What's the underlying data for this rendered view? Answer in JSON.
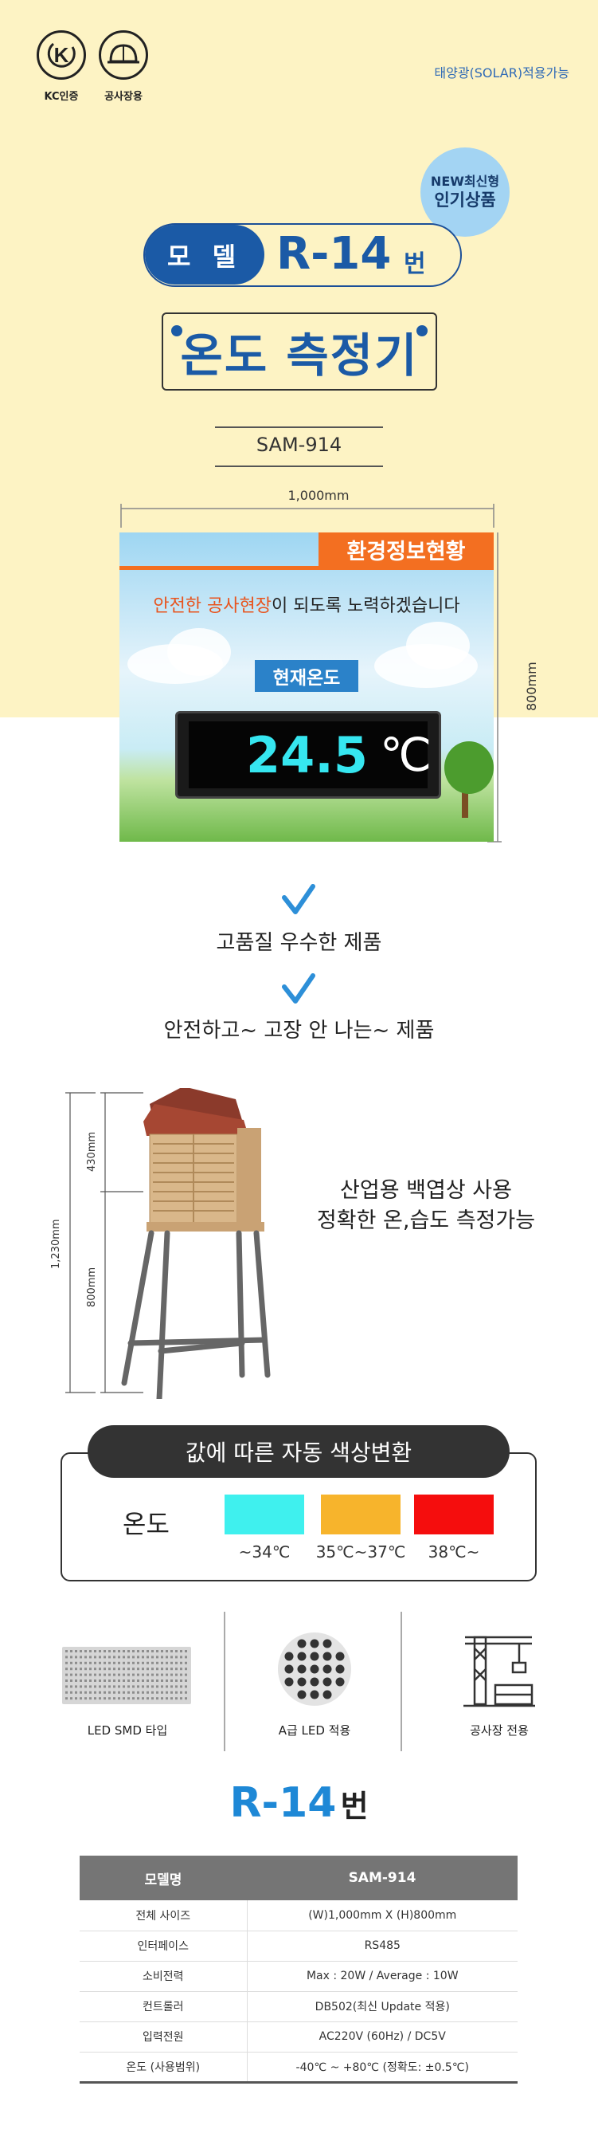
{
  "certs": [
    {
      "label": "KC인증",
      "icon": "kc-mark-icon"
    },
    {
      "label": "공사장용",
      "icon": "hardhat-icon"
    }
  ],
  "solar_note": "태양광(SOLAR)적용가능",
  "badge": {
    "line1": "NEW최신형",
    "line2": "인기상품"
  },
  "model_header": {
    "label": "모 델",
    "code": "R-14",
    "suffix": "번"
  },
  "product_title": "온도 측정기",
  "model_number": "SAM-914",
  "dimensions": {
    "width": "1,000mm",
    "height": "800mm"
  },
  "sign": {
    "header": "환경정보현황",
    "subtitle_highlight": "안전한 공사현장",
    "subtitle_rest": "이 되도록 노력하겠습니다",
    "current_label": "현재온도",
    "temperature": "24.5",
    "unit": "℃"
  },
  "checks": [
    "고품질 우수한 제품",
    "안전하고~ 고장 안 나는~ 제품"
  ],
  "shelter": {
    "total_height": "1,230mm",
    "top_height": "430mm",
    "stand_height": "800mm",
    "description_line1": "산업용 백엽상 사용",
    "description_line2": "정확한 온,습도 측정가능"
  },
  "color_change": {
    "title": "값에 따른 자동 색상변환",
    "row_label": "온도",
    "swatches": [
      {
        "color": "#3ff0ee",
        "label": "~34℃"
      },
      {
        "color": "#f7b42c",
        "label": "35℃~37℃"
      },
      {
        "color": "#f50d0d",
        "label": "38℃~"
      }
    ]
  },
  "features": [
    {
      "label": "LED SMD 타입",
      "icon": "led-smd-panel-icon"
    },
    {
      "label": "A급 LED 적용",
      "icon": "led-dot-matrix-icon"
    },
    {
      "label": "공사장 전용",
      "icon": "crane-icon"
    }
  ],
  "bottom_model": {
    "code": "R-14",
    "suffix": "번"
  },
  "spec_table": {
    "headers": [
      "모델명",
      "SAM-914"
    ],
    "rows": [
      [
        "전체 사이즈",
        "(W)1,000mm X (H)800mm"
      ],
      [
        "인터페이스",
        "RS485"
      ],
      [
        "소비전력",
        "Max : 20W / Average : 10W"
      ],
      [
        "컨트롤러",
        "DB502(최신 Update 적용)"
      ],
      [
        "입력전원",
        "AC220V (60Hz) / DC5V"
      ],
      [
        "온도 (사용범위)",
        "-40℃ ~ +80℃ (정확도:  ±0.5℃)"
      ]
    ]
  },
  "colors": {
    "brand_blue": "#1b5aa6",
    "top_bg": "#fdf3c4",
    "sign_orange": "#f36f21",
    "led_cyan": "#36e6f0"
  }
}
